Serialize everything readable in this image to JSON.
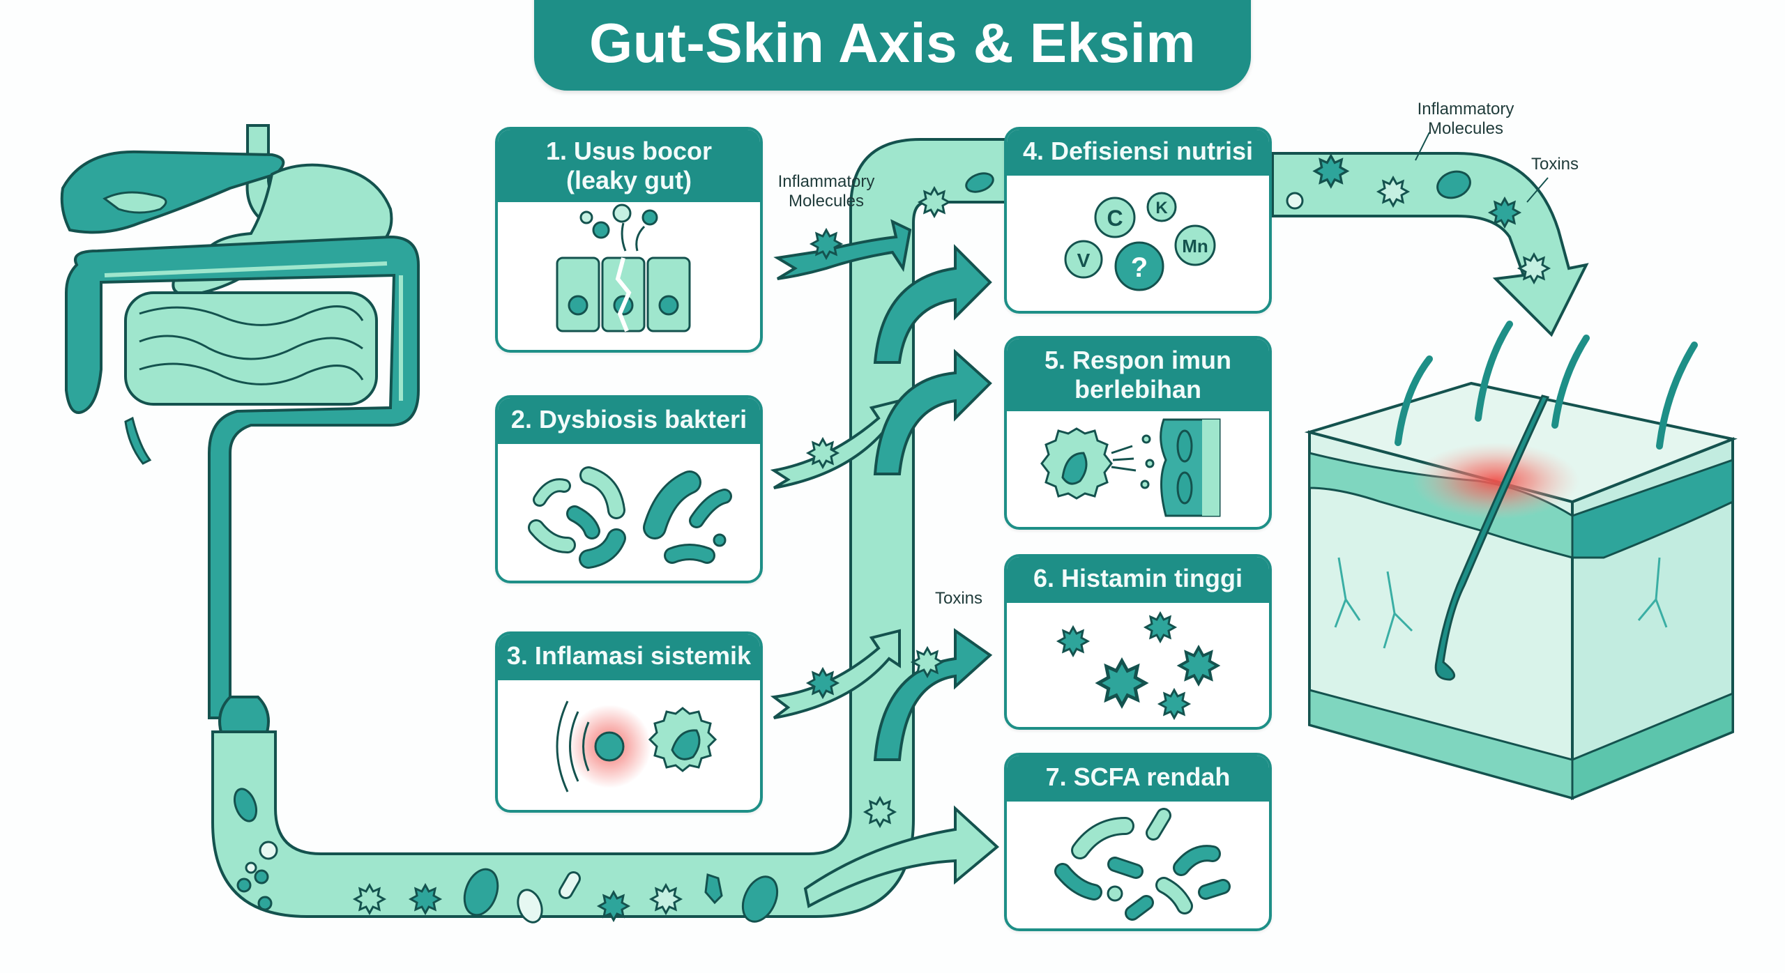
{
  "title": "Gut-Skin Axis & Eksim",
  "colors": {
    "teal_dark": "#1e8f87",
    "teal_mid": "#3aaea4",
    "mint": "#9fe6cd",
    "outline": "#14524e",
    "inflammation_red": "#f0504a",
    "background": "#fdfefe"
  },
  "cards": [
    {
      "id": 1,
      "title": "1. Usus bocor\n(leaky gut)",
      "title_line1": "1. Usus bocor",
      "title_line2": "(leaky gut)",
      "icon": "leaky-gut-epithelium-icon"
    },
    {
      "id": 2,
      "title": "2. Dysbiosis bakteri",
      "icon": "bacteria-icon"
    },
    {
      "id": 3,
      "title": "3. Inflamasi sistemik",
      "icon": "inflamed-immune-cell-icon"
    },
    {
      "id": 4,
      "title": "4. Defisiensi nutrisi",
      "icon": "nutrient-bubbles-icon",
      "nutrients": [
        "C",
        "K",
        "V",
        "?",
        "Mn"
      ]
    },
    {
      "id": 5,
      "title": "5. Respon imun\nberlebihan",
      "title_line1": "5. Respon imun",
      "title_line2": "berlebihan",
      "icon": "immune-attack-icon"
    },
    {
      "id": 6,
      "title": "6. Histamin tinggi",
      "icon": "histamine-molecules-icon"
    },
    {
      "id": 7,
      "title": "7. SCFA rendah",
      "icon": "scfa-bacteria-icon"
    }
  ],
  "annotations": {
    "inflammatory_left_line1": "Inflammatory",
    "inflammatory_left_line2": "Molecules",
    "toxins_mid": "Toxins",
    "inflammatory_right_line1": "Inflammatory",
    "inflammatory_right_line2": "Molecules",
    "toxins_right": "Toxins"
  },
  "illustrations": {
    "left": "digestive-system",
    "right": "skin-cross-section-with-inflammation"
  }
}
